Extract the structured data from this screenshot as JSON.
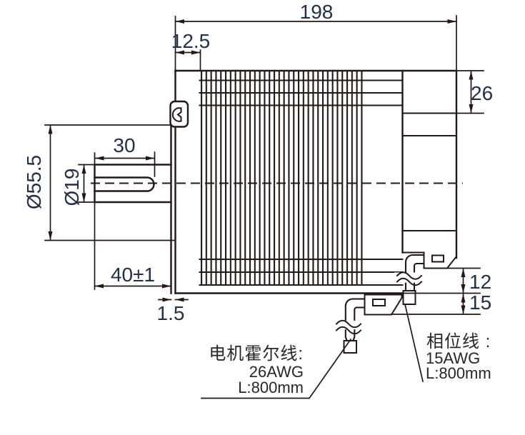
{
  "drawing": {
    "dims": {
      "overall_length": "198",
      "front_face_to_fins": "12.5",
      "rear_cap_step_height": "26",
      "keyway_length": "30",
      "shaft_diameter": "Ø19",
      "pilot_diameter": "Ø55.5",
      "shaft_length": "40±1",
      "pilot_boss_thickness": "1.5",
      "wire_drop_upper": "12",
      "wire_drop_lower": "15"
    },
    "callouts": {
      "hall_wire": {
        "title": "电机霍尔线:",
        "gauge": "26AWG",
        "length": "L:800mm"
      },
      "phase_wire": {
        "title": "相位线 :",
        "gauge": "15AWG",
        "length": "L:800mm"
      }
    },
    "colors": {
      "line": "#231815",
      "dim_text": "#233048",
      "label_text": "#272727",
      "bg": "#ffffff"
    }
  }
}
